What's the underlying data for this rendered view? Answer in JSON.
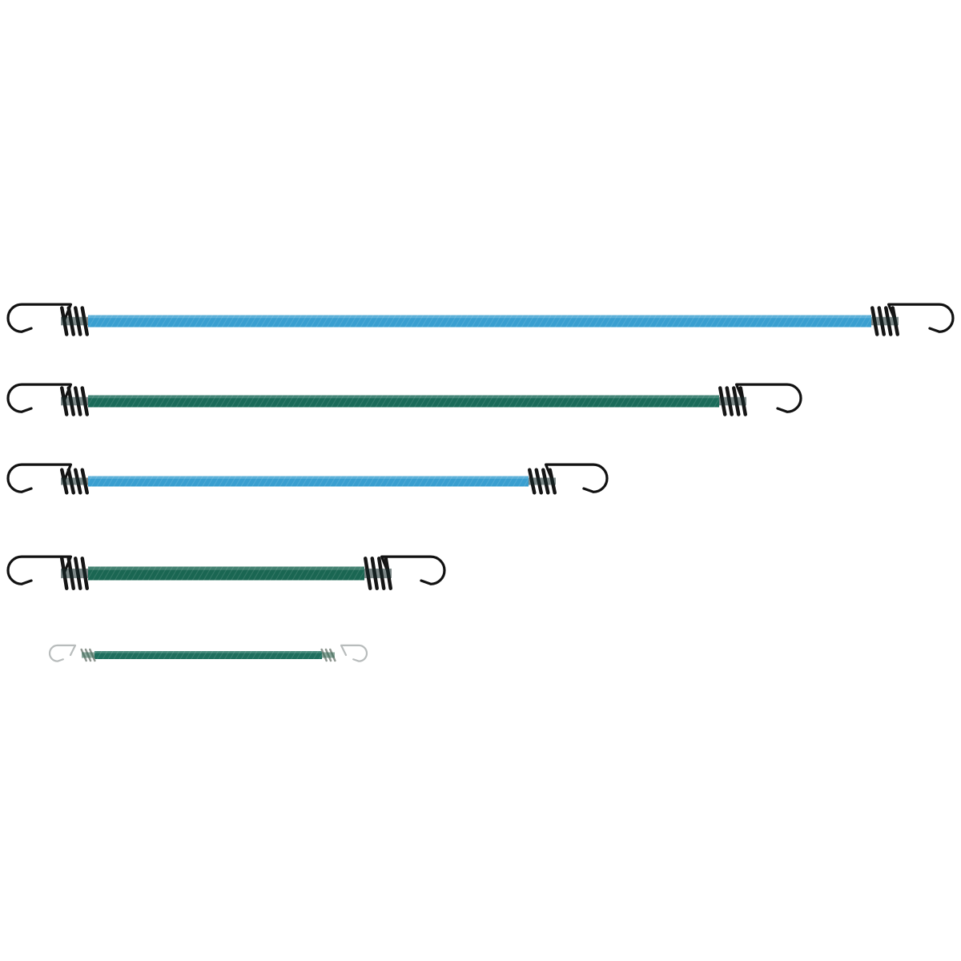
{
  "cords": [
    {
      "id": "cord-1",
      "cord_color": "#3a9fd0",
      "hook_style": "black-coated",
      "coils": 4
    },
    {
      "id": "cord-2",
      "cord_color": "#1b6b5a",
      "hook_style": "black-coated",
      "coils": 4
    },
    {
      "id": "cord-3",
      "cord_color": "#3a9fd0",
      "hook_style": "black-coated",
      "coils": 4
    },
    {
      "id": "cord-4",
      "cord_color": "#1a6652",
      "hook_style": "black-coated",
      "coils": 4
    },
    {
      "id": "cord-5",
      "cord_color": "#1f6f5e",
      "hook_style": "bare-steel",
      "coils": 3
    }
  ],
  "icons": {
    "hook": "hook-icon",
    "coil": "spring-coil-icon"
  }
}
